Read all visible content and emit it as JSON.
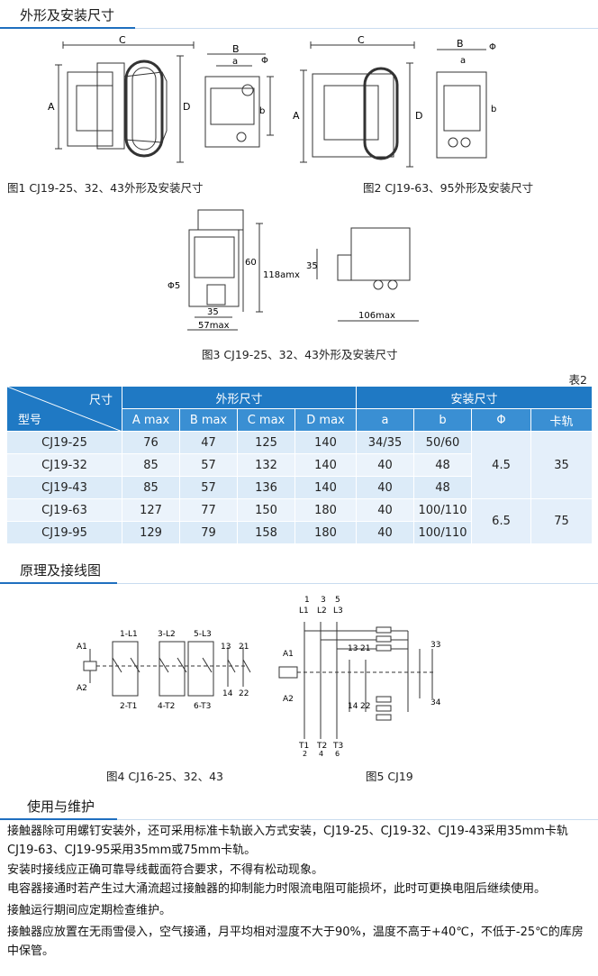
{
  "sections": {
    "dimensions_title": "外形及安装尺寸",
    "wiring_title": "原理及接线图",
    "usage_title": "使用与维护"
  },
  "figures": {
    "fig1_caption": "图1 CJ19-25、32、43外形及安装尺寸",
    "fig2_caption": "图2 CJ19-63、95外形及安装尺寸",
    "fig3_caption": "图3 CJ19-25、32、43外形及安装尺寸",
    "fig4_caption": "图4 CJ16-25、32、43",
    "fig5_caption": "图5 CJ19",
    "fig1_labels": {
      "c": "C",
      "a": "A",
      "d": "D",
      "b": "B",
      "a_small": "a",
      "b_small": "b",
      "phi": "Φ"
    },
    "fig2_labels": {
      "c": "C",
      "a": "A",
      "d": "D",
      "b": "B",
      "a_small": "a",
      "b_small": "b",
      "phi": "Φ"
    },
    "fig3_labels": {
      "d60": "60",
      "d118": "118amx",
      "phi5": "Φ5",
      "d35": "35",
      "d57": "57max",
      "d35b": "35",
      "d106": "106max"
    },
    "fig4_labels": {
      "a1": "A1",
      "a2": "A2",
      "l1": "1-L1",
      "l2": "3-L2",
      "l3": "5-L3",
      "t1": "2-T1",
      "t2": "4-T2",
      "t3": "6-T3",
      "n13": "13",
      "n21": "21",
      "n14": "14",
      "n22": "22"
    },
    "fig5_labels": {
      "n1": "1",
      "n3": "3",
      "n5": "5",
      "l1": "L1",
      "l2": "L2",
      "l3": "L3",
      "a1": "A1",
      "a2": "A2",
      "n13": "13",
      "n21": "21",
      "n14": "14",
      "n22": "22",
      "n33": "33",
      "n34": "34",
      "t1": "T1",
      "t2": "T2",
      "t3": "T3",
      "n2": "2",
      "n4": "4",
      "n6": "6"
    }
  },
  "table": {
    "label": "表2",
    "corner_top": "尺寸",
    "corner_bottom": "型号",
    "group_outline": "外形尺寸",
    "group_install": "安装尺寸",
    "columns": [
      "A max",
      "B max",
      "C max",
      "D max",
      "a",
      "b",
      "Φ",
      "卡轨"
    ],
    "rows": [
      {
        "model": "CJ19-25",
        "a": "76",
        "b": "47",
        "c": "125",
        "d": "140",
        "ia": "34/35",
        "ib": "50/60"
      },
      {
        "model": "CJ19-32",
        "a": "85",
        "b": "57",
        "c": "132",
        "d": "140",
        "ia": "40",
        "ib": "48"
      },
      {
        "model": "CJ19-43",
        "a": "85",
        "b": "57",
        "c": "136",
        "d": "140",
        "ia": "40",
        "ib": "48"
      },
      {
        "model": "CJ19-63",
        "a": "127",
        "b": "77",
        "c": "150",
        "d": "180",
        "ia": "40",
        "ib": "100/110"
      },
      {
        "model": "CJ19-95",
        "a": "129",
        "b": "79",
        "c": "158",
        "d": "180",
        "ia": "40",
        "ib": "100/110"
      }
    ],
    "phi_small": "4.5",
    "phi_large": "6.5",
    "rail_small": "35",
    "rail_large": "75"
  },
  "usage": {
    "p1": "接触器除可用螺钉安装外，还可采用标准卡轨嵌入方式安装，CJ19-25、CJ19-32、CJ19-43采用35mm卡轨CJ19-63、CJ19-95采用35mm或75mm卡轨。",
    "p2": "安装时接线应正确可靠导线截面符合要求，不得有松动现象。",
    "p3": "电容器接通时若产生过大涌流超过接触器的抑制能力时限流电阻可能损坏，此时可更换电阻后继续使用。",
    "p4": "接触运行期间应定期检查维护。",
    "p5": "接触器应放置在无雨雪侵入，空气接通，月平均相对湿度不大于90%，温度不高于+40℃，不低于-25℃的库房中保管。"
  }
}
